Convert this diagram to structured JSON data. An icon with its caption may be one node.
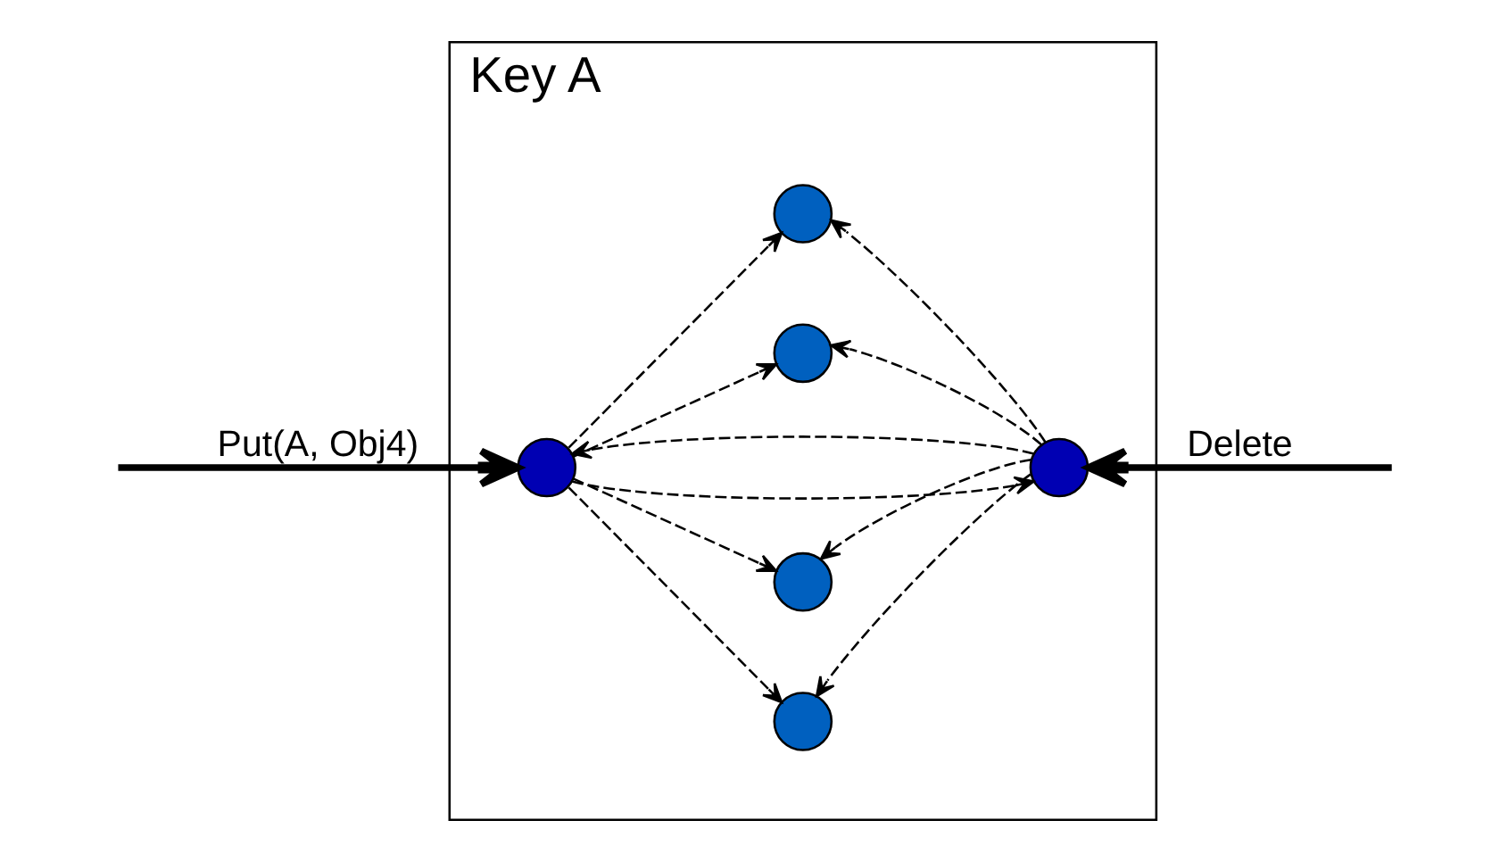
{
  "diagram": {
    "nodes": [
      {
        "text": [
          "Key A"
        ]
      },
      {
        "text": [],
        "shape": "circle",
        "in": 0
      },
      {
        "text": [],
        "shape": "circle",
        "in": 0
      },
      {
        "text": [],
        "shape": "circle",
        "in": 0
      },
      {
        "text": [],
        "shape": "circle",
        "in": 0
      },
      {
        "text": [],
        "shape": "circle",
        "in": 0
      },
      {
        "text": [],
        "shape": "circle",
        "in": 0
      }
    ],
    "edges": [
      {
        "from": null,
        "to": 3,
        "arrow": "to",
        "label": "Put(A, Obj4)",
        "style": "thick"
      },
      {
        "from": null,
        "to": 4,
        "arrow": "to",
        "label": "Delete",
        "style": "thick"
      },
      {
        "from": 3,
        "to": 1,
        "arrow": "to",
        "style": "dashed"
      },
      {
        "from": 3,
        "to": 2,
        "arrow": "to",
        "style": "dashed"
      },
      {
        "from": 3,
        "to": 4,
        "arrow": "to",
        "style": "dashed"
      },
      {
        "from": 3,
        "to": 5,
        "arrow": "to",
        "style": "dashed"
      },
      {
        "from": 3,
        "to": 6,
        "arrow": "to",
        "style": "dashed"
      },
      {
        "from": 4,
        "to": 1,
        "arrow": "to",
        "style": "dashed"
      },
      {
        "from": 4,
        "to": 2,
        "arrow": "to",
        "style": "dashed"
      },
      {
        "from": 4,
        "to": 3,
        "arrow": "to",
        "style": "dashed"
      },
      {
        "from": 4,
        "to": 5,
        "arrow": "to",
        "style": "dashed"
      },
      {
        "from": 4,
        "to": 6,
        "arrow": "to",
        "style": "dashed"
      }
    ]
  }
}
